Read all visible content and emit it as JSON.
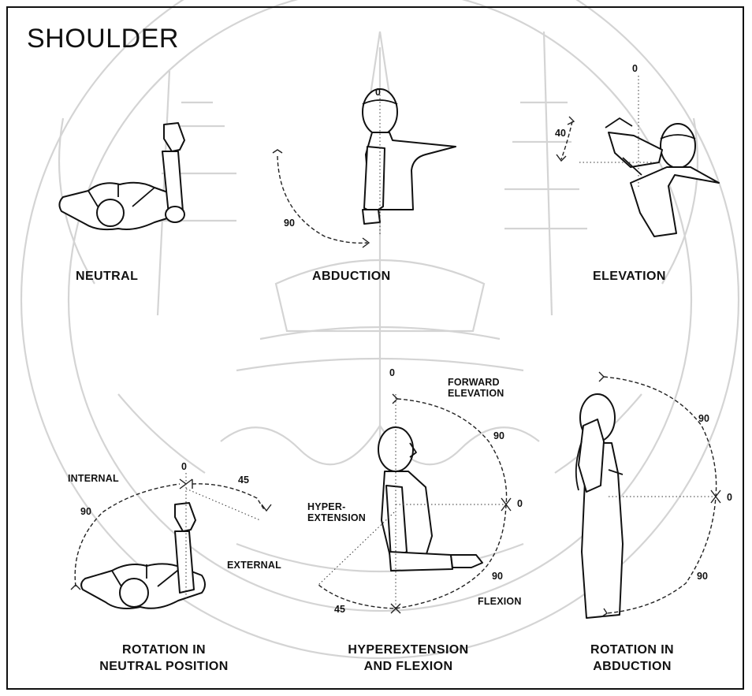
{
  "title": "SHOULDER",
  "captions": {
    "neutral": "NEUTRAL",
    "abduction": "ABDUCTION",
    "elevation": "ELEVATION",
    "rotation_neutral_line1": "ROTATION IN",
    "rotation_neutral_line2": "NEUTRAL POSITION",
    "hyper_flex_line1": "HYPEREXTENSION",
    "hyper_flex_line2": "AND FLEXION",
    "rotation_abduction_line1": "ROTATION IN",
    "rotation_abduction_line2": "ABDUCTION"
  },
  "labels": {
    "internal": "INTERNAL",
    "external": "EXTERNAL",
    "hyper_extension_line1": "HYPER-",
    "hyper_extension_line2": "EXTENSION",
    "forward_elevation_line1": "FORWARD",
    "forward_elevation_line2": "ELEVATION",
    "flexion": "FLEXION"
  },
  "degrees": {
    "abduction_0": "0",
    "abduction_90": "90",
    "elevation_0": "0",
    "elevation_40": "40",
    "rot_neutral_0": "0",
    "rot_neutral_45": "45",
    "rot_neutral_90": "90",
    "hf_0_top": "0",
    "hf_90_upper": "90",
    "hf_0_right": "0",
    "hf_90_lower": "90",
    "hf_45": "45",
    "rot_abd_90_top": "90",
    "rot_abd_0": "0",
    "rot_abd_90_bottom": "90"
  }
}
